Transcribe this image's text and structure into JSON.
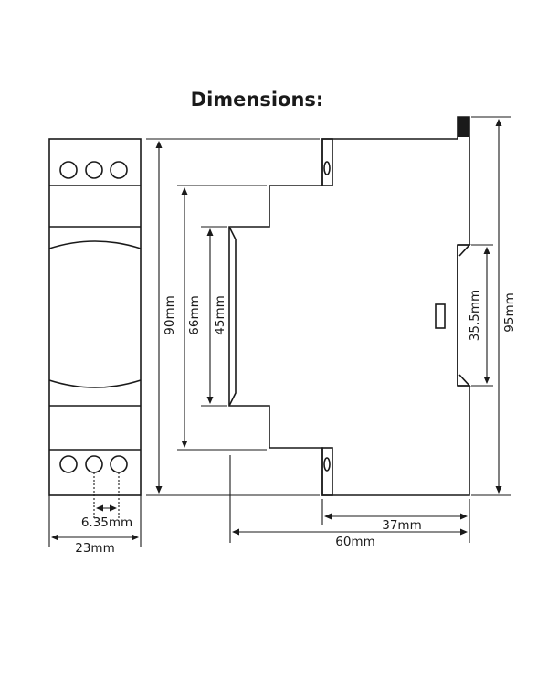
{
  "title": "Dimensions:",
  "dimensions": {
    "front_height": "90mm",
    "inner_height": "66mm",
    "rail_height": "45mm",
    "clip_height": "35,5mm",
    "total_height": "95mm",
    "pitch": "6.35mm",
    "width": "23mm",
    "depth_rear": "37mm",
    "depth_total": "60mm"
  }
}
